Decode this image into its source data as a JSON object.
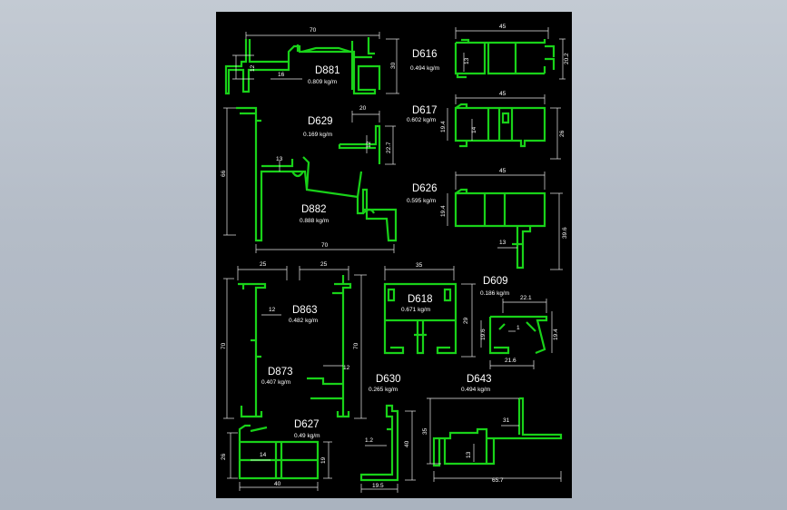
{
  "colors": {
    "background": "#b8c0ca",
    "sheet": "#000000",
    "profile": "#19d219",
    "dimension": "#ffffff"
  },
  "profiles": [
    {
      "id": "d881",
      "name": "D881",
      "weight": "0.809 kg/m",
      "dims": [
        "70",
        "12",
        "16",
        "30"
      ]
    },
    {
      "id": "d616",
      "name": "D616",
      "weight": "0.494 kg/m",
      "dims": [
        "45",
        "13",
        "20.2"
      ]
    },
    {
      "id": "d617",
      "name": "D617",
      "weight": "0.602 kg/m",
      "dims": [
        "45",
        "19.4",
        "14",
        "26"
      ]
    },
    {
      "id": "d629",
      "name": "D629",
      "weight": "0.169 kg/m",
      "dims": [
        "20",
        "12",
        "22.7"
      ]
    },
    {
      "id": "d882",
      "name": "D882",
      "weight": "0.888 kg/m",
      "dims": [
        "66",
        "13",
        "70"
      ]
    },
    {
      "id": "d626",
      "name": "D626",
      "weight": "0.595 kg/m",
      "dims": [
        "45",
        "19.4",
        "13",
        "39.6"
      ]
    },
    {
      "id": "d863",
      "name": "D863",
      "weight": "0.482 kg/m",
      "dims": [
        "25",
        "25",
        "12",
        "70",
        "70"
      ]
    },
    {
      "id": "d873",
      "name": "D873",
      "weight": "0.407 kg/m",
      "dims": [
        "12"
      ]
    },
    {
      "id": "d618",
      "name": "D618",
      "weight": "0.671 kg/m",
      "dims": [
        "35",
        "29"
      ]
    },
    {
      "id": "d609",
      "name": "D609",
      "weight": "0.186 kg/m",
      "dims": [
        "22.1",
        "19.6",
        "1",
        "19.4",
        "21.6"
      ]
    },
    {
      "id": "d630",
      "name": "D630",
      "weight": "0.265 kg/m",
      "dims": [
        "1.2",
        "40",
        "19.5"
      ]
    },
    {
      "id": "d643",
      "name": "D643",
      "weight": "0.494 kg/m",
      "dims": [
        "35",
        "31",
        "13",
        "65.7"
      ]
    },
    {
      "id": "d627",
      "name": "D627",
      "weight": "0.49 kg/m",
      "dims": [
        "26",
        "14",
        "19",
        "40"
      ]
    }
  ]
}
